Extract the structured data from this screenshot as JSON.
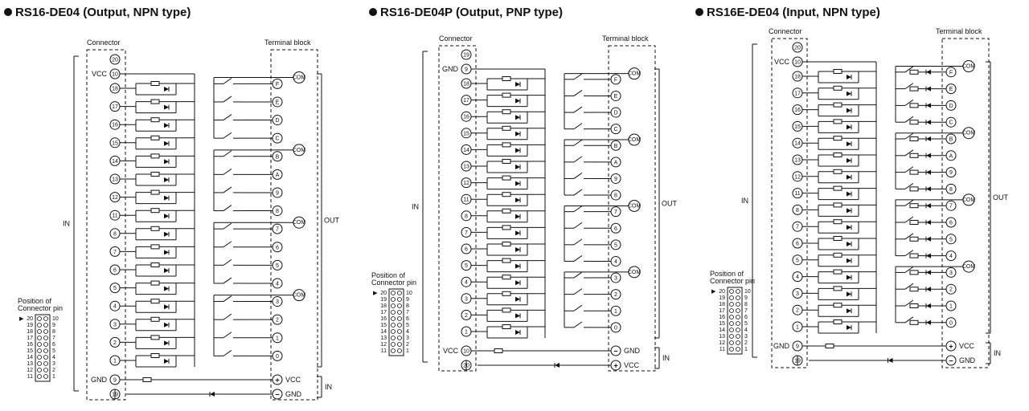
{
  "diagrams": [
    {
      "title": "RS16-DE04 (Output, NPN type)",
      "connector_label": "Connector",
      "terminal_label": "Terminal block",
      "left_side_label": "IN",
      "right_side_label": "OUT",
      "power_side_label": "IN",
      "top_pin": "20",
      "supply_pin_label": "VCC",
      "supply_pin": "10",
      "signal_pins": [
        "18",
        "17",
        "16",
        "15",
        "14",
        "13",
        "12",
        "11",
        "8",
        "7",
        "6",
        "5",
        "4",
        "3",
        "2",
        "1"
      ],
      "signal_terminals": [
        "F",
        "E",
        "D",
        "C",
        "B",
        "A",
        "9",
        "8",
        "7",
        "6",
        "5",
        "4",
        "3",
        "2",
        "1",
        "0"
      ],
      "com_after_index": [
        0,
        4,
        8,
        12
      ],
      "com_label": "COM",
      "bottom_pins": [
        {
          "label": "GND",
          "pin": "9"
        },
        {
          "label": "",
          "pin": "19"
        }
      ],
      "power_terminals": [
        {
          "symbol": "+",
          "label": "VCC"
        },
        {
          "symbol": "−",
          "label": "GND"
        }
      ],
      "pin_position_title": [
        "Position of",
        "Connector pin"
      ],
      "pin_position_rows": [
        [
          "20",
          "10"
        ],
        [
          "19",
          "9"
        ],
        [
          "18",
          "8"
        ],
        [
          "17",
          "7"
        ],
        [
          "16",
          "6"
        ],
        [
          "15",
          "5"
        ],
        [
          "14",
          "4"
        ],
        [
          "13",
          "3"
        ],
        [
          "12",
          "2"
        ],
        [
          "11",
          "1"
        ]
      ]
    },
    {
      "title": "RS16-DE04P (Output, PNP type)",
      "connector_label": "Connector",
      "terminal_label": "Terminal block",
      "left_side_label": "IN",
      "right_side_label": "OUT",
      "power_side_label": "IN",
      "top_pin": "19",
      "supply_pin_label": "GND",
      "supply_pin": "9",
      "signal_pins": [
        "18",
        "17",
        "16",
        "15",
        "14",
        "13",
        "12",
        "11",
        "8",
        "7",
        "6",
        "5",
        "4",
        "3",
        "2",
        "1"
      ],
      "signal_terminals": [
        "F",
        "E",
        "D",
        "C",
        "B",
        "A",
        "9",
        "8",
        "7",
        "6",
        "5",
        "4",
        "3",
        "2",
        "1",
        "0"
      ],
      "com_after_index": [
        0,
        4,
        8,
        12
      ],
      "com_label": "COM",
      "bottom_pins": [
        {
          "label": "VCC",
          "pin": "10"
        },
        {
          "label": "",
          "pin": "20"
        }
      ],
      "power_terminals": [
        {
          "symbol": "−",
          "label": "GND"
        },
        {
          "symbol": "+",
          "label": "VCC"
        }
      ],
      "pin_position_title": [
        "Position of",
        "Connector pin"
      ],
      "pin_position_rows": [
        [
          "20",
          "10"
        ],
        [
          "19",
          "9"
        ],
        [
          "18",
          "8"
        ],
        [
          "17",
          "7"
        ],
        [
          "16",
          "6"
        ],
        [
          "15",
          "5"
        ],
        [
          "14",
          "4"
        ],
        [
          "13",
          "3"
        ],
        [
          "12",
          "2"
        ],
        [
          "11",
          "1"
        ]
      ]
    },
    {
      "title": "RS16E-DE04 (Input, NPN type)",
      "connector_label": "Connector",
      "terminal_label": "Terminal block",
      "left_side_label": "IN",
      "right_side_label": "OUT",
      "power_side_label": "IN",
      "top_pin": "20",
      "supply_pin_label": "VCC",
      "supply_pin": "10",
      "signal_pins": [
        "18",
        "17",
        "16",
        "15",
        "14",
        "13",
        "12",
        "11",
        "8",
        "7",
        "6",
        "5",
        "4",
        "3",
        "2",
        "1"
      ],
      "signal_terminals": [
        "F",
        "E",
        "D",
        "C",
        "B",
        "A",
        "9",
        "8",
        "7",
        "6",
        "5",
        "4",
        "3",
        "2",
        "1",
        "0"
      ],
      "com_after_index": [
        0,
        4,
        8,
        12
      ],
      "com_label": "COM",
      "bottom_pins": [
        {
          "label": "GND",
          "pin": "9"
        },
        {
          "label": "",
          "pin": "19"
        }
      ],
      "power_terminals": [
        {
          "symbol": "+",
          "label": "VCC"
        },
        {
          "symbol": "−",
          "label": "GND"
        }
      ],
      "pin_position_title": [
        "Position of",
        "Connector pin"
      ],
      "pin_position_rows": [
        [
          "20",
          "10"
        ],
        [
          "19",
          "9"
        ],
        [
          "18",
          "8"
        ],
        [
          "17",
          "7"
        ],
        [
          "16",
          "6"
        ],
        [
          "15",
          "5"
        ],
        [
          "14",
          "4"
        ],
        [
          "13",
          "3"
        ],
        [
          "12",
          "2"
        ],
        [
          "11",
          "1"
        ]
      ]
    }
  ]
}
